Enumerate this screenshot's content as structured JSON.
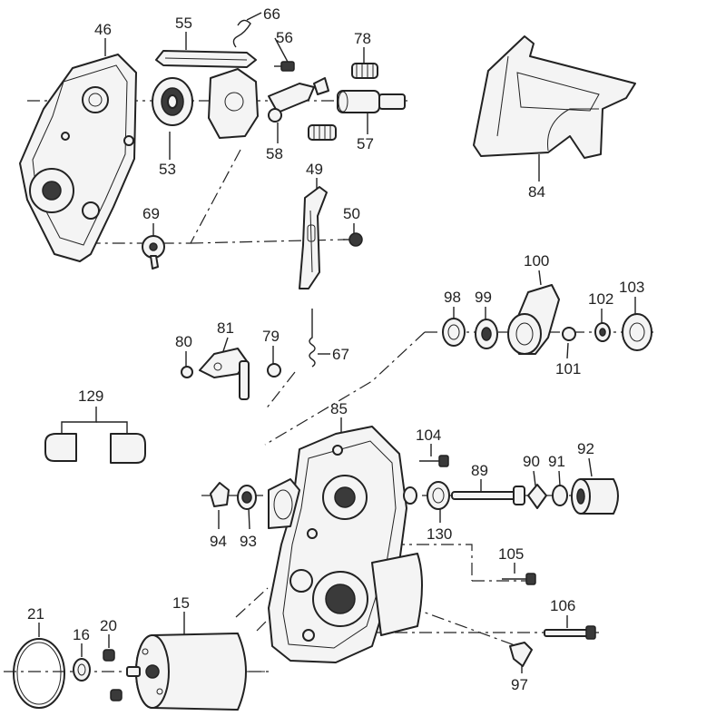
{
  "labels": {
    "p46": "46",
    "p55": "55",
    "p66": "66",
    "p56": "56",
    "p78": "78",
    "p53": "53",
    "p58": "58",
    "p57": "57",
    "p84": "84",
    "p49": "49",
    "p69": "69",
    "p50": "50",
    "p100": "100",
    "p98": "98",
    "p99": "99",
    "p102": "102",
    "p103": "103",
    "p81": "81",
    "p80": "80",
    "p79": "79",
    "p67": "67",
    "p101": "101",
    "p129": "129",
    "p85": "85",
    "p104": "104",
    "p89": "89",
    "p90": "90",
    "p91": "91",
    "p92": "92",
    "p94": "94",
    "p93": "93",
    "p130": "130",
    "p105": "105",
    "p106": "106",
    "p21": "21",
    "p16": "16",
    "p20": "20",
    "p15": "15",
    "p97": "97"
  }
}
